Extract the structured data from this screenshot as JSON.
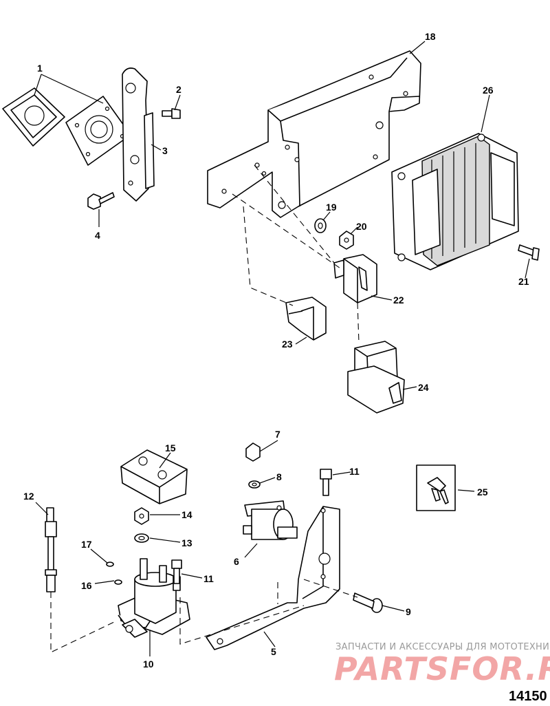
{
  "callouts": {
    "c1": "1",
    "c2": "2",
    "c3": "3",
    "c4": "4",
    "c5": "5",
    "c6": "6",
    "c7": "7",
    "c8": "8",
    "c9": "9",
    "c10": "10",
    "c11a": "11",
    "c11b": "11",
    "c12": "12",
    "c13": "13",
    "c14": "14",
    "c15": "15",
    "c16": "16",
    "c17": "17",
    "c18": "18",
    "c19": "19",
    "c20": "20",
    "c21": "21",
    "c22": "22",
    "c23": "23",
    "c24": "24",
    "c25": "25",
    "c26": "26"
  },
  "figure_number": "14150",
  "watermark": {
    "tagline": "ЗАПЧАСТИ И АКСЕССУАРЫ ДЛЯ МОТОТЕХНИКИ",
    "logo": "PARTSFOR.RU"
  }
}
